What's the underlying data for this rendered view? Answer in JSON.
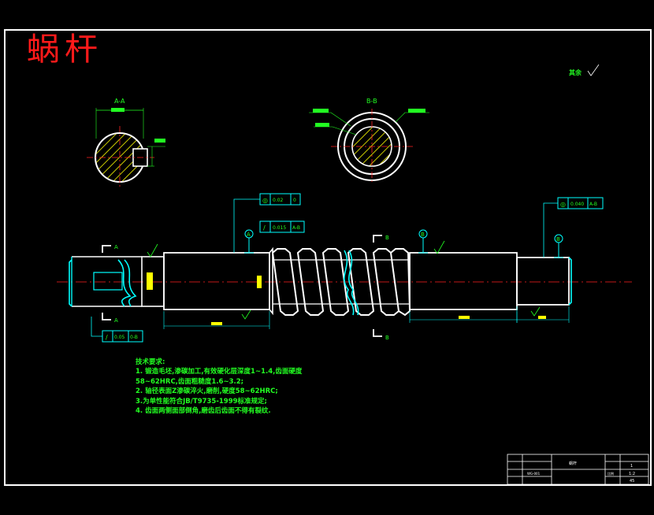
{
  "drawing": {
    "title": "蜗杆",
    "surface_note": "其余",
    "section_a_label": "A-A",
    "section_b_label": "B-B",
    "marker_a": "A",
    "marker_b": "B",
    "tech_requirements": {
      "heading": "技术要求:",
      "lines": [
        "1. 锻造毛坯,渗碳加工,有效硬化层深度1~1.4,齿面硬度",
        "58~62HRC,齿面粗糙度1.6~3.2;",
        "2. 轴径表面Z渗碳淬火,磨削,硬度58~62HRC;",
        "3.为单性能符合JB/T9735-1999标准规定;",
        "4. 齿面两侧面部倒角,磨齿后齿面不得有裂纹."
      ]
    },
    "tolerance_frames": [
      {
        "symbol": "◎",
        "value": "0.02",
        "datum": "0"
      },
      {
        "symbol": "/",
        "value": "0.015",
        "datum": "A-B"
      },
      {
        "symbol": "◎",
        "value": "0.040",
        "datum": "A-B"
      },
      {
        "symbol": "/",
        "value": "0.05",
        "datum": "0-B"
      }
    ],
    "datum_labels": [
      "A",
      "B",
      "B"
    ],
    "title_block": {
      "name_label": "蜗杆",
      "scale_label": "比例",
      "scale_value": "1:2",
      "qty_value": "1",
      "material_value": "45",
      "drawing_no": "WG-001"
    }
  }
}
